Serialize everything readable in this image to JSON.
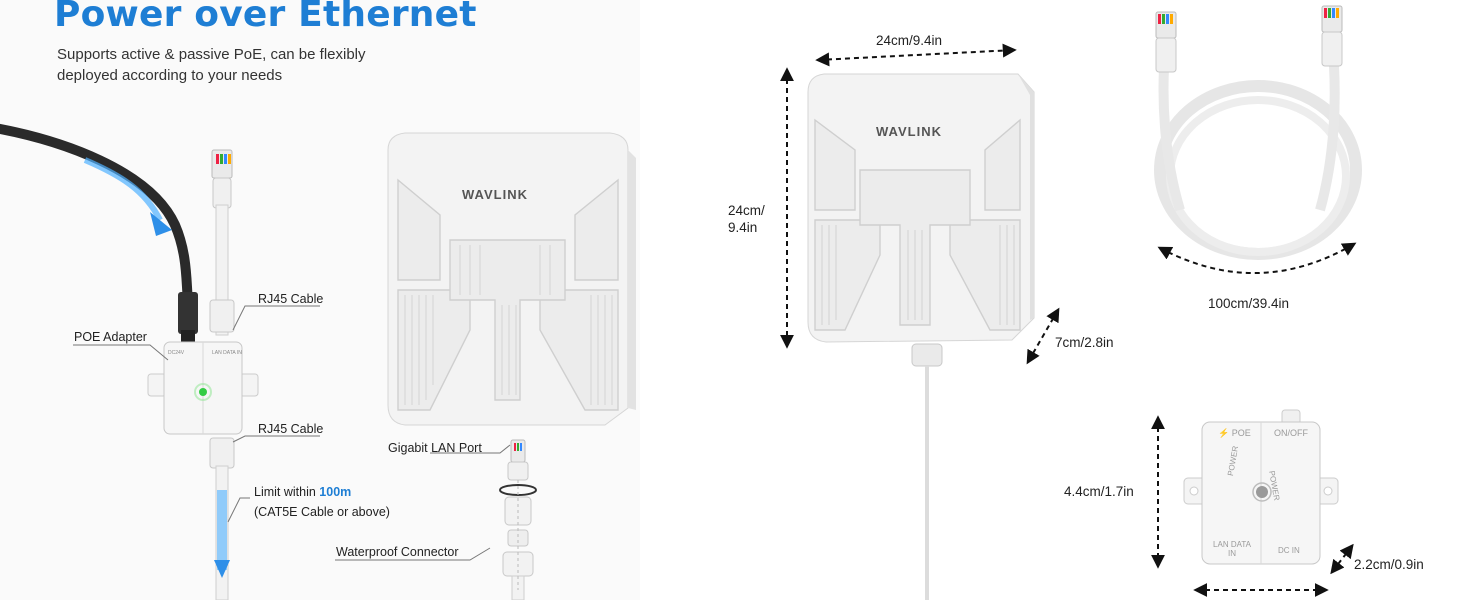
{
  "header": {
    "title": "Power over Ethernet",
    "subtitle_line1": "Supports active & passive PoE, can be flexibly",
    "subtitle_line2": "deployed according to your needs"
  },
  "callouts": {
    "rj45_top": "RJ45 Cable",
    "poe_adapter": "POE Adapter",
    "rj45_bottom": "RJ45 Cable",
    "limit_prefix": "Limit within ",
    "limit_value": "100m",
    "limit_note": "(CAT5E Cable or above)",
    "gigabit_lan_port": "Gigabit LAN Port",
    "waterproof_connector": "Waterproof Connector"
  },
  "brand": {
    "logo_text": "WAVLINK"
  },
  "adapter_marks": {
    "dc_in": "DC24V",
    "lan_data_in": "LAN DATA IN",
    "poe": "⚡ POE",
    "on_off": "ON/OFF",
    "power": "POWER"
  },
  "dimensions": {
    "ap_width": "24cm/9.4in",
    "ap_height_line1": "24cm/",
    "ap_height_line2": "9.4in",
    "ap_depth": "7cm/2.8in",
    "cable_length": "100cm/39.4in",
    "adapter_height": "4.4cm/1.7in",
    "adapter_depth": "2.2cm/0.9in"
  },
  "colors": {
    "title_blue": "#1e7ed4",
    "device_white": "#f4f4f4",
    "led_green": "#33cc44"
  }
}
